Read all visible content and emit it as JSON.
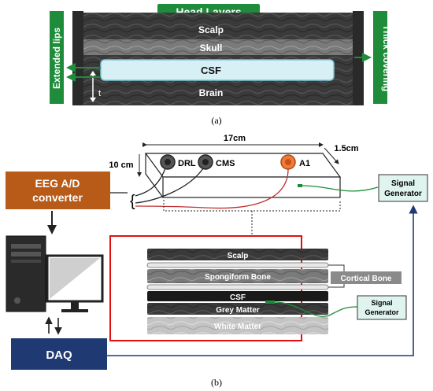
{
  "panel_a": {
    "title": "Head Layers",
    "layers": [
      "Scalp",
      "Skull",
      "CSF",
      "Brain"
    ],
    "left_label": "Extended lips",
    "right_label": "Thick covering",
    "thickness_label": "t",
    "caption": "(a)"
  },
  "panel_b": {
    "dim_length": "17cm",
    "dim_width": "1.5cm",
    "dim_height": "10 cm",
    "electrodes": [
      "DRL",
      "CMS",
      "A1"
    ],
    "converter": [
      "EEG A/D",
      "converter"
    ],
    "signal_generator_top": [
      "Signal",
      "Generator"
    ],
    "signal_generator_mid": [
      "Signal",
      "Generator"
    ],
    "daq": "DAQ",
    "layers": [
      "Scalp",
      "Spongiform Bone",
      "CSF",
      "Grey Matter",
      "White Matter"
    ],
    "cortical_bone": "Cortical Bone",
    "caption": "(b)"
  },
  "colors": {
    "green": "#1e8c3a",
    "csf": "#d6f0f6",
    "converter": "#b85a18",
    "daq": "#1f3a73",
    "highlight": "#e01010"
  }
}
